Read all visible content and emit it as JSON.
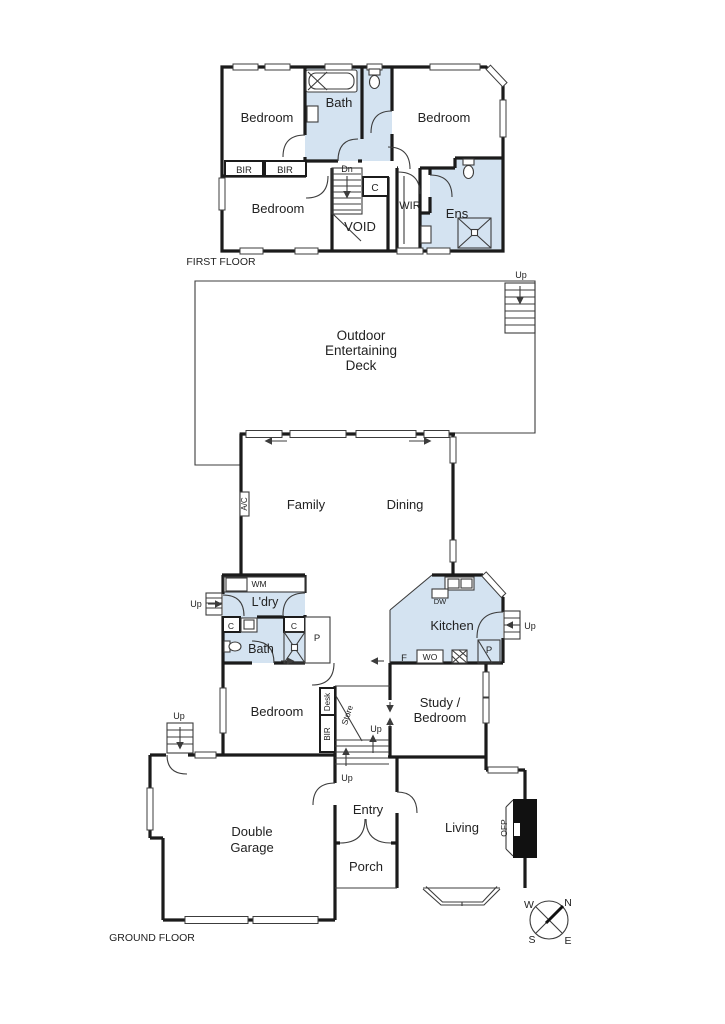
{
  "colors": {
    "wet_area": "#d4e3f1",
    "wall": "#1b1b1b",
    "thin_line": "#3c3c3c",
    "text": "#222222",
    "fireplace": "#111111"
  },
  "ff": {
    "title": "FIRST FLOOR",
    "bedroom_tl": "Bedroom",
    "bath": "Bath",
    "bedroom_tr": "Bedroom",
    "bir_left": "BIR",
    "bir_right": "BIR",
    "bedroom_bl": "Bedroom",
    "dn": "Dn",
    "cupboard": "C",
    "void": "VOID",
    "wir": "WIR",
    "ens": "Ens"
  },
  "gf": {
    "title": "GROUND FLOOR",
    "deck_line1": "Outdoor",
    "deck_line2": "Entertaining",
    "deck_line3": "Deck",
    "deck_up": "Up",
    "family": "Family",
    "dining": "Dining",
    "ac": "A/C",
    "wm": "WM",
    "ldry": "L'dry",
    "ldry_up": "Up",
    "c_left": "C",
    "c_right": "C",
    "bath": "Bath",
    "p_bath": "P",
    "kitchen": "Kitchen",
    "dw": "DW",
    "kitchen_up": "Up",
    "fridge": "F",
    "wo": "WO",
    "p_kitchen": "P",
    "bedroom": "Bedroom",
    "desk": "Desk",
    "bir": "BIR",
    "store": "Store",
    "stairs_up_mid": "Up",
    "stairs_up_entry": "Up",
    "study_line1": "Study /",
    "study_line2": "Bedroom",
    "garage_up": "Up",
    "entry": "Entry",
    "garage_line1": "Double",
    "garage_line2": "Garage",
    "living": "Living",
    "ofp": "OFP",
    "porch": "Porch"
  },
  "compass": {
    "w": "W",
    "n": "N",
    "s": "S",
    "e": "E"
  }
}
